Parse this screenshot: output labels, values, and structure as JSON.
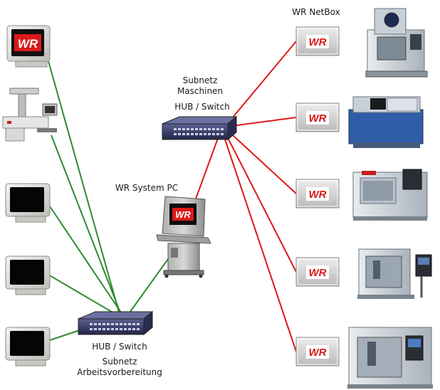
{
  "colors": {
    "left_links": "#2e8b2e",
    "right_links": "#e01818",
    "brand": "#d91a1a",
    "netbox_body": "#d6d6d6",
    "hub_body": "#3a3f6e"
  },
  "labels": {
    "netbox_title": "WR NetBox",
    "subnet_machines_1": "Subnetz",
    "subnet_machines_2": "Maschinen",
    "hub_top": "HUB / Switch",
    "system_pc": "WR System PC",
    "hub_bottom": "HUB / Switch",
    "subnet_prep_1": "Subnetz",
    "subnet_prep_2": "Arbeitsvorbereitung"
  },
  "logo_text": "WR",
  "icons": {
    "workstation_logo": "monitor-wr-icon",
    "measuring_machine": "cmm-machine-icon",
    "plain_monitor": "monitor-icon",
    "hub": "network-switch-icon",
    "system_pc": "kiosk-terminal-icon",
    "netbox": "netbox-icon",
    "machining_center": "cnc-machining-center-icon",
    "lathe": "cnc-lathe-icon"
  }
}
